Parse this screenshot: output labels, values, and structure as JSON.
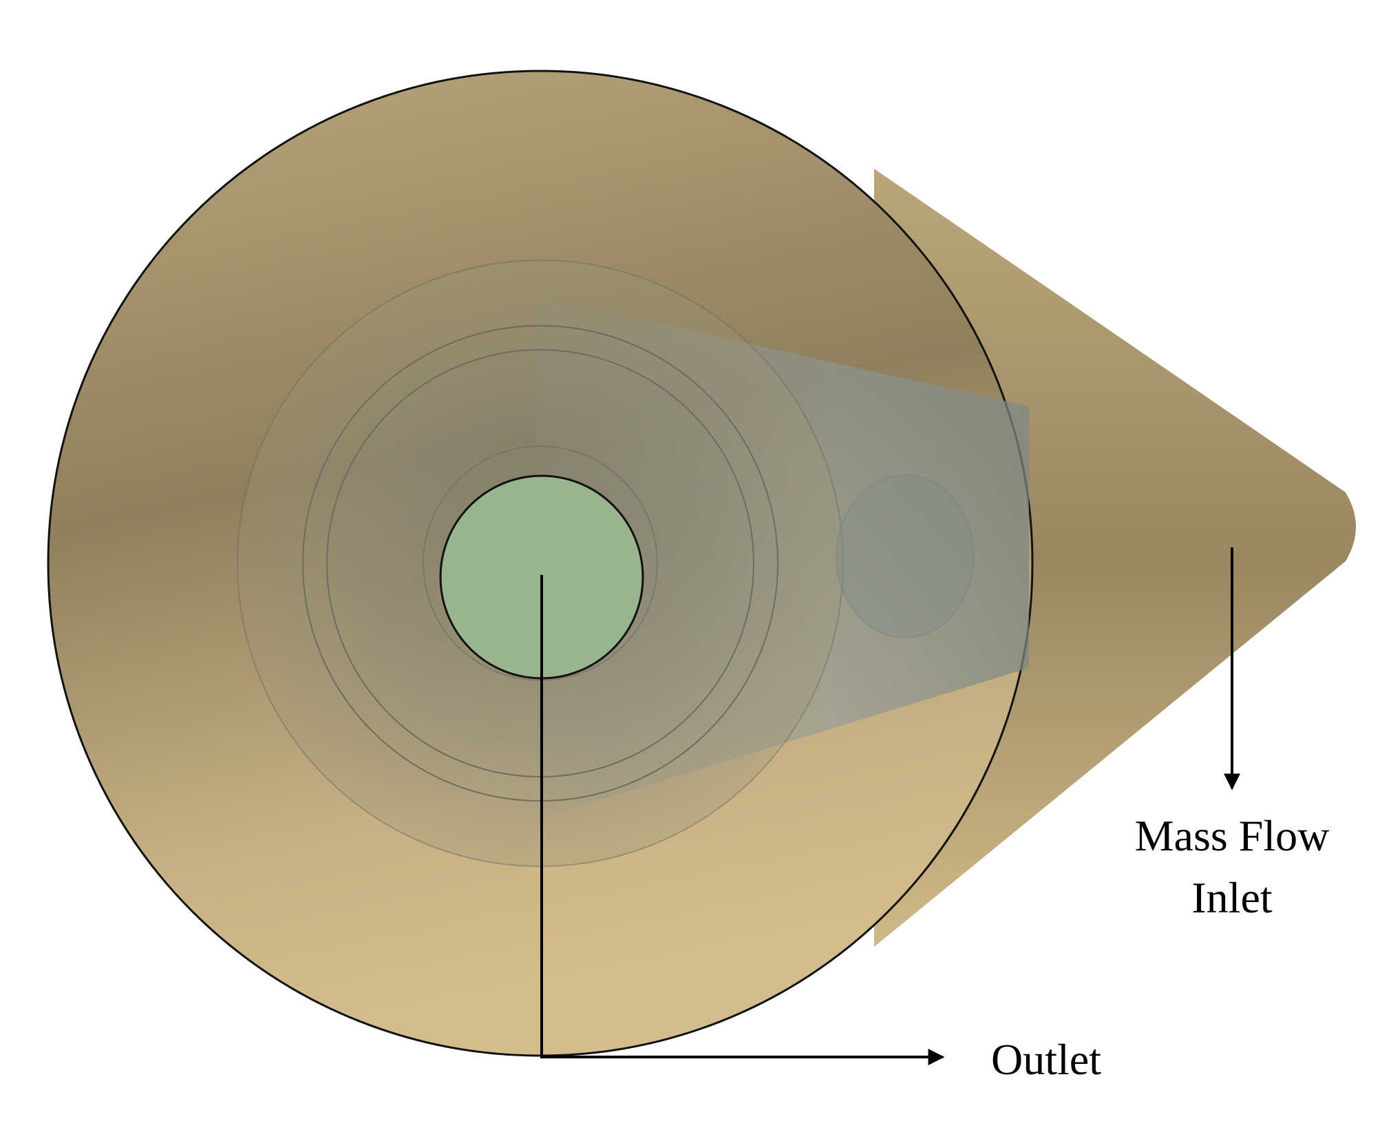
{
  "labels": {
    "inlet_line1": "Mass Flow",
    "inlet_line2": "Inlet",
    "outlet": "Outlet"
  },
  "colors": {
    "body_tan": "#c4ae80",
    "body_dark": "#9c8a62",
    "inner_gray": "#8d9490",
    "outlet_green": "#98b590",
    "stroke": "#000000"
  }
}
